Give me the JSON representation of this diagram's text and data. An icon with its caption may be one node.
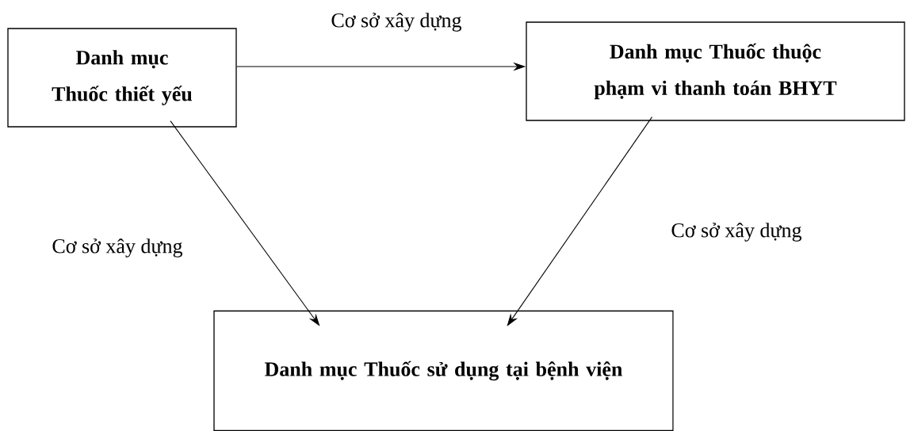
{
  "diagram": {
    "nodes": [
      {
        "text": [
          "Danh mục Thuốc thiết yếu"
        ]
      },
      {
        "text": [
          "Danh mục Thuốc thuộc phạm vi thanh toán BHYT"
        ]
      },
      {
        "text": [
          "Danh mục Thuốc sử dụng tại bệnh viện"
        ]
      }
    ],
    "edges": [
      {
        "from": 0,
        "to": 1,
        "arrow": "to",
        "label": "Cơ sở xây dựng"
      },
      {
        "from": 0,
        "to": 2,
        "arrow": "to",
        "label": "Cơ sở xây dựng"
      },
      {
        "from": 1,
        "to": 2,
        "arrow": "to",
        "label": "Cơ sở xây dựng"
      }
    ]
  }
}
